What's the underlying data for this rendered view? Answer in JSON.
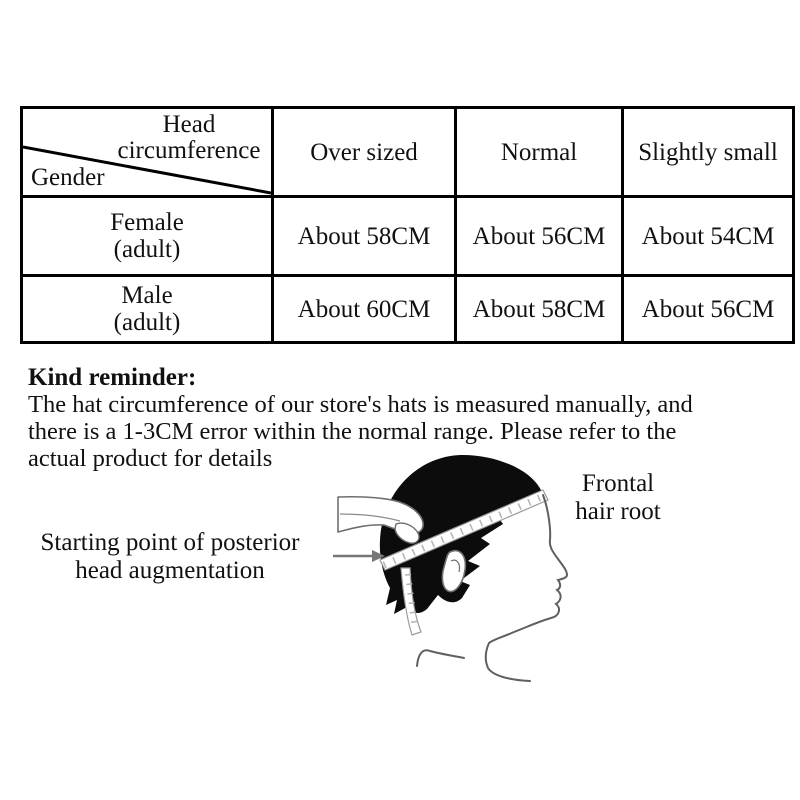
{
  "size_table": {
    "corner": {
      "diagonal_top_label": "Head circumference",
      "diagonal_bottom_label": "Gender"
    },
    "columns": [
      "Over sized",
      "Normal",
      "Slightly small"
    ],
    "rows": [
      {
        "gender": "Female",
        "note": "(adult)",
        "values": [
          "About 58CM",
          "About 56CM",
          "About 54CM"
        ]
      },
      {
        "gender": "Male",
        "note": "(adult)",
        "values": [
          "About 60CM",
          "About 58CM",
          "About 56CM"
        ]
      }
    ]
  },
  "reminder": {
    "heading": "Kind reminder:",
    "lines": [
      "The hat circumference of our store's hats is measured manually, and",
      "there is a 1-3CM error within the normal range. Please refer to the",
      "actual product for details"
    ]
  },
  "diagram": {
    "front_label": [
      "Frontal",
      "hair root"
    ],
    "back_label": [
      "Starting point of posterior",
      "head augmentation"
    ]
  },
  "colors": {
    "text": "#111111",
    "table_border": "#000000",
    "hair_fill": "#0c0c0c",
    "sketch_stroke": "#5f5f5f",
    "tape_tick": "#b3b3b3"
  }
}
